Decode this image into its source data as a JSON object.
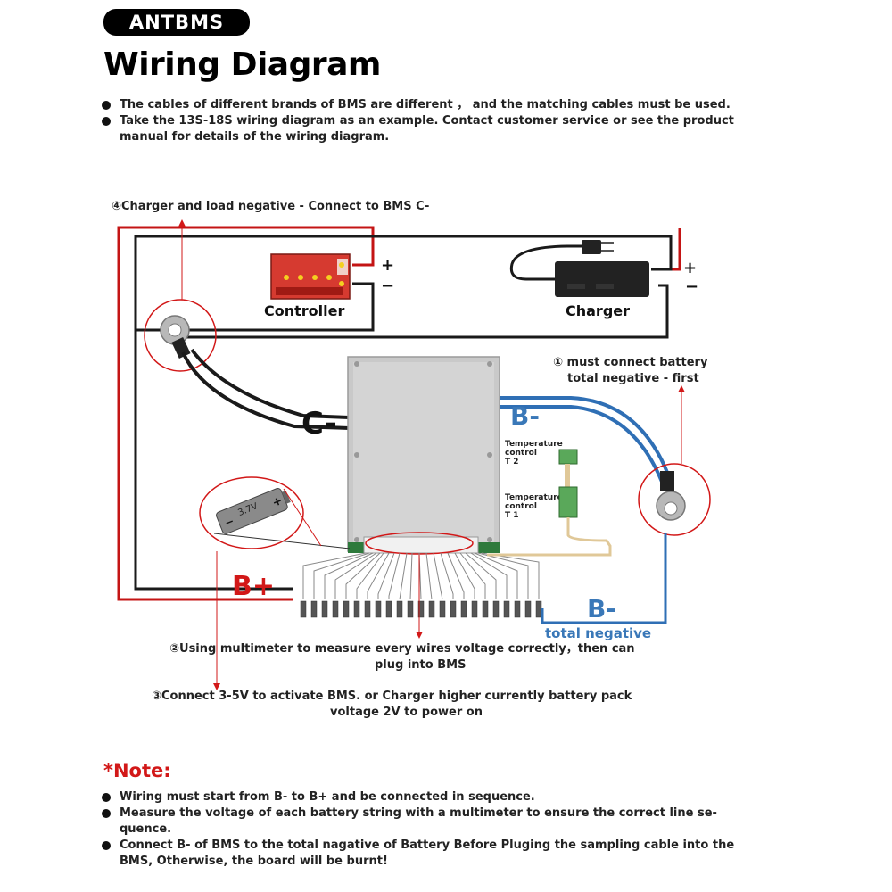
{
  "header": {
    "brand": "ANTBMS",
    "title": "Wiring Diagram"
  },
  "intro": {
    "line1": "The cables of different brands of BMS are different ， and the matching cables must be used.",
    "line2": "Take the 13S-18S wiring diagram as an example.  Contact customer service or see the product  manual  for details of the wiring diagram."
  },
  "diagram": {
    "step4": "④Charger and load negative - Connect to BMS C-",
    "controller_label": "Controller",
    "charger_label": "Charger",
    "plus": "+",
    "minus": "−",
    "step1_line1": "① must connect battery",
    "step1_line2": "total negative - first",
    "c_minus": "C-",
    "b_minus_top": "B-",
    "b_minus_bottom": "B-",
    "total_negative": "total negative",
    "b_plus": "B+",
    "temp_t2_line1": "Temperature",
    "temp_t2_line2": "control",
    "temp_t2_line3": "T 2",
    "temp_t1_line1": "Temperature",
    "temp_t1_line2": "control",
    "temp_t1_line3": "T 1",
    "battery_voltage": "3.7V",
    "step2_line1": "②Using multimeter to measure every wires voltage correctly，then can",
    "step2_line2": "plug into BMS",
    "step3_line1": "③Connect 3-5V to activate BMS. or Charger higher currently battery pack",
    "step3_line2": "voltage 2V to power on"
  },
  "note": {
    "title": "*Note:",
    "line1": "Wiring must start from B- to B+ and be connected in sequence.",
    "line2": "Measure the voltage of each battery string with a multimeter to ensure the correct line se- quence.",
    "line3": "Connect B- of BMS to the total nagative of Battery Before Pluging the sampling cable into the BMS, Otherwise, the board will be burnt!"
  },
  "colors": {
    "accent_red": "#d21818",
    "wire_blue": "#2f6fb5",
    "label_blue": "#3a78b8",
    "wire_dark": "#1a1a1a",
    "board_gray": "#c9c9c9"
  },
  "icons": [
    "antbms-logo",
    "bms-board",
    "controller-icon",
    "charger-icon",
    "plug-icon",
    "ring-terminal-icon",
    "battery-cell-icon",
    "temperature-sensor-icon",
    "balance-connector-icon"
  ]
}
